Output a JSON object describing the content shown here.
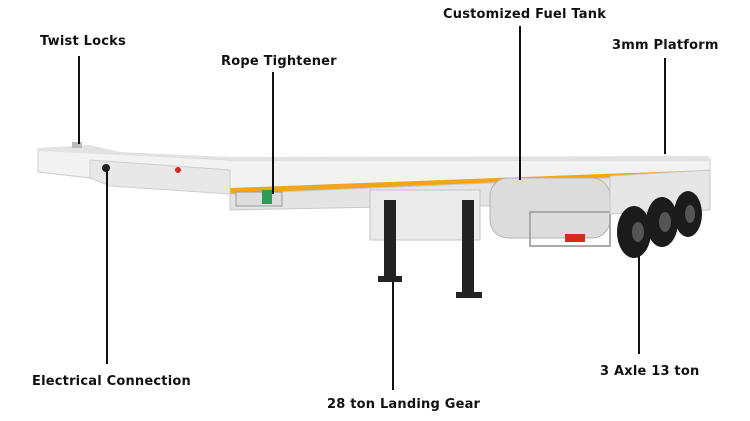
{
  "labels": {
    "twist_locks": "Twist Locks",
    "rope_tightener": "Rope Tightener",
    "fuel_tank": "Customized Fuel Tank",
    "platform": "3mm Platform",
    "electrical": "Electrical Connection",
    "landing_gear": "28 ton Landing Gear",
    "axle": "3 Axle 13 ton"
  },
  "colors": {
    "deck": "#f2f2f2",
    "deck_shadow": "#d9d9d9",
    "stripe": "#f2a516",
    "frame": "#e6e6e6",
    "tire": "#1b1b1b",
    "reflector": "#d62a1e",
    "gear": "#222222",
    "leader": "#111111"
  }
}
